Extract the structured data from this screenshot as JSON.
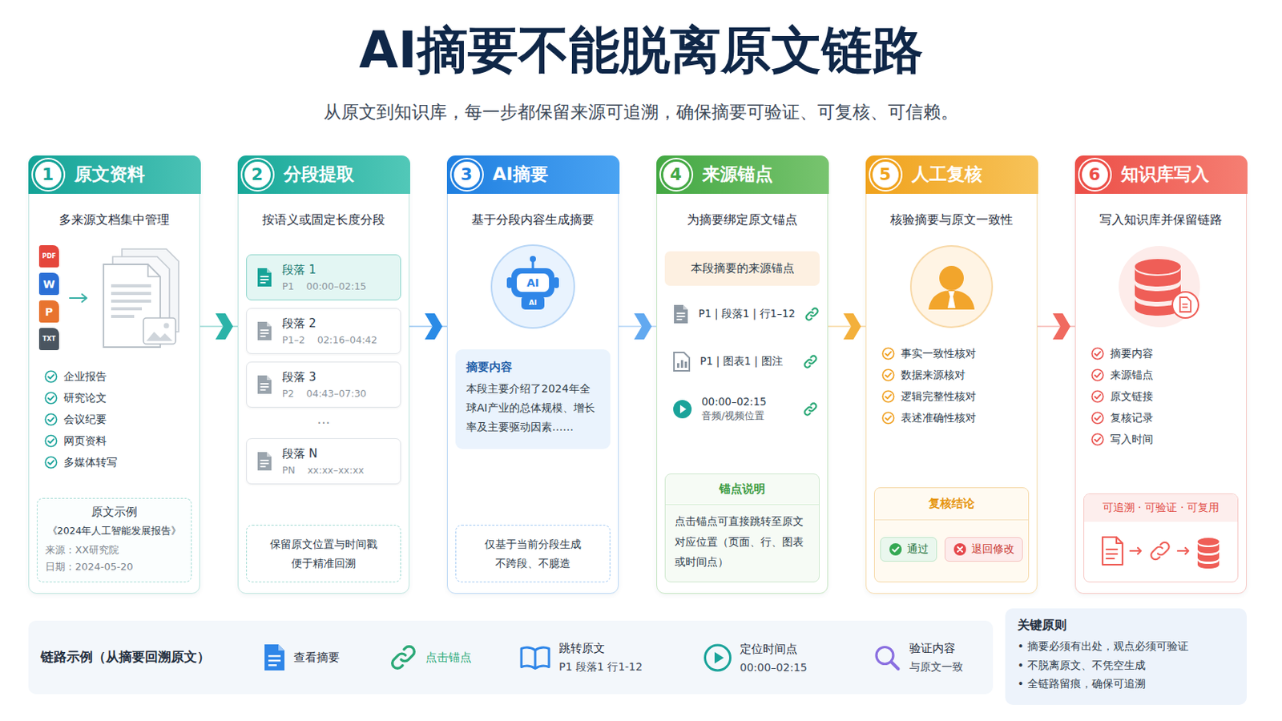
{
  "diagram": {
    "title": "AI摘要不能脱离原文链路",
    "caption": "从原文到知识库，每一步都保留来源可追溯，确保摘要可验证、可复核、可信赖。",
    "nodes": [
      {
        "text": [
          "1",
          "原文资料",
          "多来源文档集中管理",
          "企业报告",
          "研究论文",
          "会议纪要",
          "网页资料",
          "多媒体转写"
        ]
      },
      {
        "text": [
          "原文示例",
          "《2024年人工智能发展报告》",
          "来源：XX研究院",
          "日期：2024-05-20"
        ],
        "in": 0
      },
      {
        "text": [
          "2",
          "分段提取",
          "按语义或固定长度分段"
        ]
      },
      {
        "text": [
          "段落 1",
          "P1",
          "00:00–02:15"
        ],
        "in": 2
      },
      {
        "text": [
          "段落 2",
          "P1–2",
          "02:16–04:42"
        ],
        "in": 2
      },
      {
        "text": [
          "段落 3",
          "P2",
          "04:43–07:30"
        ],
        "in": 2
      },
      {
        "text": [
          "段落 N",
          "PN",
          "xx:xx–xx:xx"
        ],
        "in": 2
      },
      {
        "text": [
          "保留原文位置与时间戳 便于精准回溯"
        ],
        "in": 2
      },
      {
        "text": [
          "3",
          "AI摘要",
          "基于分段内容生成摘要"
        ]
      },
      {
        "text": [
          "摘要内容",
          "本段主要介绍了2024年全球AI产业的总体规模、增长率及主要驱动因素……"
        ],
        "in": 8
      },
      {
        "text": [
          "仅基于当前分段生成 不跨段、不臆造"
        ],
        "in": 8
      },
      {
        "text": [
          "4",
          "来源锚点",
          "为摘要绑定原文锚点",
          "P1 | 段落1 | 行1–12",
          "P1 | 图表1 | 图注",
          "00:00–02:15",
          "音频/视频位置"
        ]
      },
      {
        "text": [
          "本段摘要的来源锚点"
        ],
        "in": 11
      },
      {
        "text": [
          "锚点说明",
          "点击锚点可直接跳转至原文对应位置（页面、行、图表或时间点）"
        ],
        "in": 11
      },
      {
        "text": [
          "5",
          "人工复核",
          "核验摘要与原文一致性",
          "事实一致性核对",
          "数据来源核对",
          "逻辑完整性核对",
          "表述准确性核对"
        ]
      },
      {
        "text": [
          "复核结论"
        ],
        "in": 14
      },
      {
        "text": [
          "通过"
        ],
        "in": 15
      },
      {
        "text": [
          "退回修改"
        ],
        "in": 15
      },
      {
        "text": [
          "6",
          "知识库写入",
          "写入知识库并保留链路",
          "摘要内容",
          "来源锚点",
          "原文链接",
          "复核记录",
          "写入时间"
        ]
      },
      {
        "text": [
          "可追溯 · 可验证 · 可复用"
        ],
        "in": 18
      },
      {
        "text": [
          "链路示例（从摘要回溯原文）"
        ]
      },
      {
        "text": [
          "查看摘要"
        ],
        "in": 20
      },
      {
        "text": [
          "点击锚点"
        ],
        "in": 20
      },
      {
        "text": [
          "跳转原文",
          "P1 段落1 行1-12"
        ],
        "in": 20
      },
      {
        "text": [
          "定位时间点",
          "00:00–02:15"
        ],
        "in": 20
      },
      {
        "text": [
          "验证内容",
          "与原文一致"
        ],
        "in": 20
      },
      {
        "text": [
          "关键原则",
          "• 摘要必须有出处，观点必须可验证",
          "• 不脱离原文、不凭空生成",
          "• 全链路留痕，确保可追溯"
        ]
      }
    ],
    "edges": [
      {
        "from": 0,
        "to": 2,
        "arrow": "to"
      },
      {
        "from": 2,
        "to": 8,
        "arrow": "to"
      },
      {
        "from": 8,
        "to": 11,
        "arrow": "to"
      },
      {
        "from": 11,
        "to": 14,
        "arrow": "to"
      },
      {
        "from": 14,
        "to": 18,
        "arrow": "to"
      },
      {
        "from": 21,
        "to": 22,
        "arrow": "to"
      },
      {
        "from": 22,
        "to": 23,
        "arrow": "to"
      },
      {
        "from": 23,
        "to": 24,
        "arrow": "to"
      },
      {
        "from": 24,
        "to": 25,
        "arrow": "to"
      }
    ],
    "labels": [
      "PDF",
      "W",
      "P",
      "TXT",
      "···",
      "AI",
      "AI"
    ]
  }
}
